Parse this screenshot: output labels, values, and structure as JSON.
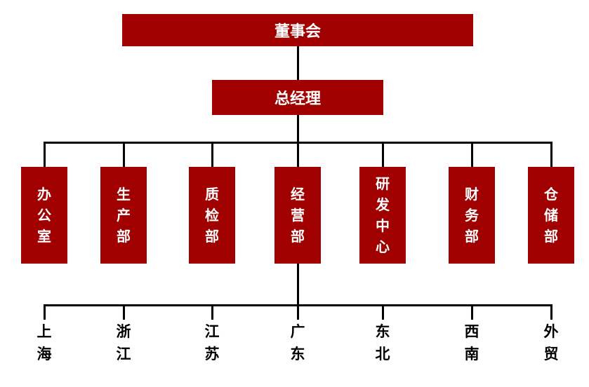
{
  "org": {
    "board": {
      "label": "董事会"
    },
    "general_manager": {
      "label": "总经理"
    },
    "departments": [
      {
        "label": "办公室"
      },
      {
        "label": "生产部"
      },
      {
        "label": "质检部"
      },
      {
        "label": "经营部"
      },
      {
        "label": "研发中心"
      },
      {
        "label": "财务部"
      },
      {
        "label": "仓储部"
      }
    ],
    "regions": [
      {
        "label": "上海"
      },
      {
        "label": "浙江"
      },
      {
        "label": "江苏"
      },
      {
        "label": "广东"
      },
      {
        "label": "东北"
      },
      {
        "label": "西南"
      },
      {
        "label": "外贸"
      }
    ],
    "colors": {
      "box_fill": "#A00000",
      "box_text": "#FFFFFF",
      "line": "#000000",
      "region_text": "#000000"
    }
  }
}
